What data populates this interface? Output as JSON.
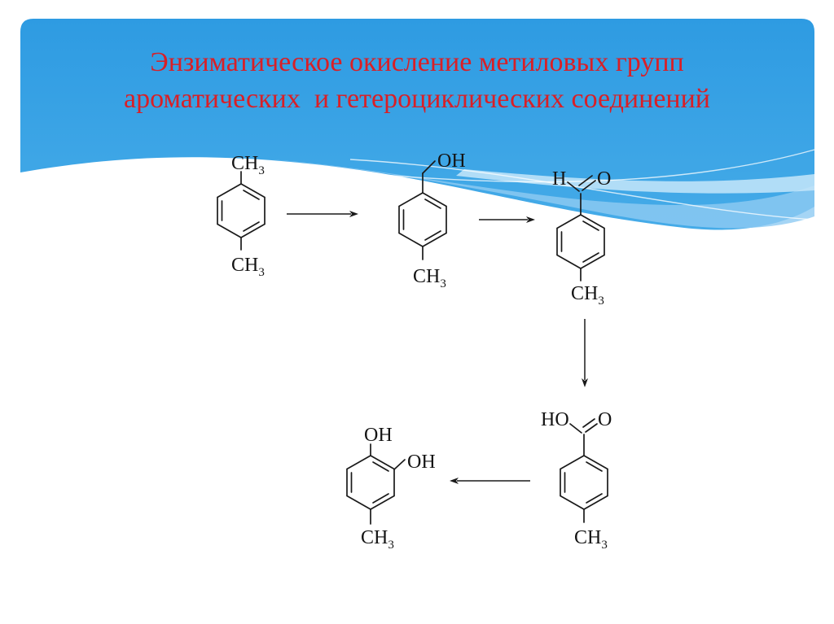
{
  "title": {
    "line1": "Энзиматическое окисление метиловых групп",
    "line2": "ароматических  и гетероциклических соединений",
    "color": "#d91f26"
  },
  "theme": {
    "banner_blue_top": "#2e9be2",
    "banner_blue_bottom": "#45abe8",
    "wave_mid_blue": "#8fcbf2",
    "wave_light_blue": "#c6e6f9",
    "bond_color": "#1a1a1a",
    "background": "#ffffff"
  },
  "scheme": {
    "molecules": [
      {
        "name": "p-xylene",
        "top_label": {
          "text": "CH",
          "sub": "3"
        },
        "bottom_label": {
          "text": "CH",
          "sub": "3"
        }
      },
      {
        "name": "4-methylbenzyl-alcohol",
        "top_label": {
          "text": "OH"
        },
        "bottom_label": {
          "text": "CH",
          "sub": "3"
        }
      },
      {
        "name": "p-tolualdehyde",
        "h_label": "H",
        "o_label": "O",
        "bottom_label": {
          "text": "CH",
          "sub": "3"
        }
      },
      {
        "name": "p-toluic-acid",
        "ho_label": "HO",
        "o_label": "O",
        "bottom_label": {
          "text": "CH",
          "sub": "3"
        }
      },
      {
        "name": "4-methylcatechol",
        "oh_top_label": "OH",
        "oh_side_label": "OH",
        "bottom_label": {
          "text": "CH",
          "sub": "3"
        }
      }
    ],
    "arrows": [
      {
        "direction": "right"
      },
      {
        "direction": "right"
      },
      {
        "direction": "down"
      },
      {
        "direction": "left"
      }
    ]
  }
}
